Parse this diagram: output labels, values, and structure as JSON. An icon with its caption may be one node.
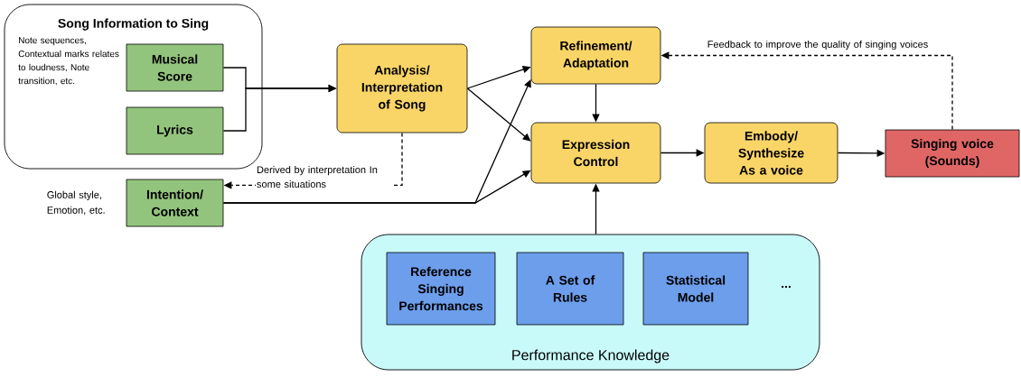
{
  "diagram": {
    "nodes": [
      {
        "text": [
          "Song Information to Sing",
          "Note sequences, Contextual marks relates to loudness, Note transition, etc."
        ]
      },
      {
        "text": [
          "Musical Score"
        ],
        "in": 0
      },
      {
        "text": [
          "Lyrics"
        ],
        "in": 0
      },
      {
        "text": [
          "Intention/ Context"
        ],
        "beside": [
          "Global style, Emotion, etc."
        ]
      },
      {
        "text": [
          "Analysis/ Interpretation of Song"
        ]
      },
      {
        "text": [
          "Refinement/ Adaptation"
        ]
      },
      {
        "text": [
          "Expression Control"
        ]
      },
      {
        "text": [
          "Embody/ Synthesize As a voice"
        ]
      },
      {
        "text": [
          "Singing voice (Sounds)"
        ]
      },
      {
        "text": [
          "Performance Knowledge"
        ]
      },
      {
        "text": [
          "Reference Singing Performances"
        ],
        "in": 9
      },
      {
        "text": [
          "A Set of Rules"
        ],
        "in": 9
      },
      {
        "text": [
          "Statistical Model"
        ],
        "in": 9
      }
    ],
    "edges": [
      {
        "from": 1,
        "to": 4,
        "arrow": "to"
      },
      {
        "from": 2,
        "to": 4,
        "arrow": "to"
      },
      {
        "from": 4,
        "to": 5,
        "arrow": "to"
      },
      {
        "from": 4,
        "to": 6,
        "arrow": "to"
      },
      {
        "from": 3,
        "to": 5,
        "arrow": "to"
      },
      {
        "from": 3,
        "to": 6,
        "arrow": "to"
      },
      {
        "from": 5,
        "to": 6,
        "arrow": "to"
      },
      {
        "from": 6,
        "to": 7,
        "arrow": "to"
      },
      {
        "from": 7,
        "to": 8,
        "arrow": "to"
      },
      {
        "from": 9,
        "to": 6,
        "arrow": "to"
      },
      {
        "from": 8,
        "to": 5,
        "arrow": "to",
        "style": "dashed",
        "label": "Feedback to improve the quality of singing voices"
      },
      {
        "from": 4,
        "to": 3,
        "arrow": "to",
        "style": "dashed",
        "label": "Derived by interpretation In some situations"
      }
    ],
    "labels": [
      "..."
    ]
  }
}
